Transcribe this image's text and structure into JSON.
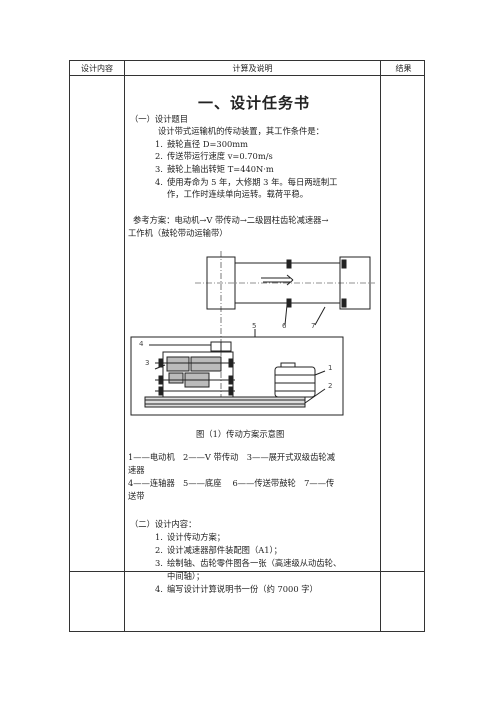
{
  "header": {
    "col1": "设计内容",
    "col2": "计算及说明",
    "col3": "结果"
  },
  "title": "一、设计任务书",
  "section1": {
    "heading": "（一）设计题目",
    "intro": "设计带式运输机的传动装置，其工作条件是：",
    "items": [
      {
        "n": "1.",
        "text": "鼓轮直径 D=300mm"
      },
      {
        "n": "2.",
        "text": "传送带运行速度 v=0.70m/s"
      },
      {
        "n": "3.",
        "text": "鼓轮上输出转矩 T=440N·m"
      },
      {
        "n": "4.",
        "text": "使用寿命为 5 年，大修期 3 年。每日两班制工",
        "cont": "作，工作时连续单向运转。载荷平稳。"
      }
    ],
    "plan_line1": "参考方案：电动机→V 带传动→二级圆柱齿轮减速器→",
    "plan_line2": "工作机（鼓轮带动运输带）"
  },
  "figure": {
    "caption": "图（1）传动方案示意图",
    "labels": [
      "1",
      "2",
      "3",
      "4",
      "5",
      "6",
      "7"
    ]
  },
  "legend": {
    "line1": "1——电动机　2——V 带传动　3——展开式双级齿轮减",
    "line2": "速器",
    "line3": "4——连轴器　5——底座　 6——传送带鼓轮　7——传",
    "line4": "送带"
  },
  "section2": {
    "heading": "（二）设计内容：",
    "items": [
      {
        "n": "1.",
        "text": "设计传动方案；"
      },
      {
        "n": "2.",
        "text": "设计减速器部件装配图（A1）；"
      },
      {
        "n": "3.",
        "text": "绘制轴、齿轮零件图各一张（高速级从动齿轮、",
        "cont": "中间轴）；"
      },
      {
        "n": "4.",
        "text": "编写设计计算说明书一份（约 7000 字）"
      }
    ]
  }
}
